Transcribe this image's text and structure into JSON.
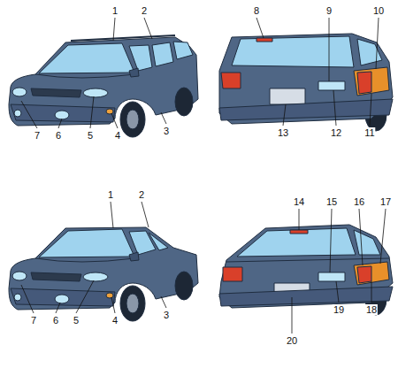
{
  "diagram": {
    "labels": [
      "1",
      "2",
      "3",
      "4",
      "5",
      "6",
      "7",
      "8",
      "9",
      "10",
      "11",
      "12",
      "13",
      "1",
      "2",
      "3",
      "4",
      "5",
      "6",
      "7",
      "14",
      "15",
      "16",
      "17",
      "18",
      "19",
      "20"
    ]
  }
}
